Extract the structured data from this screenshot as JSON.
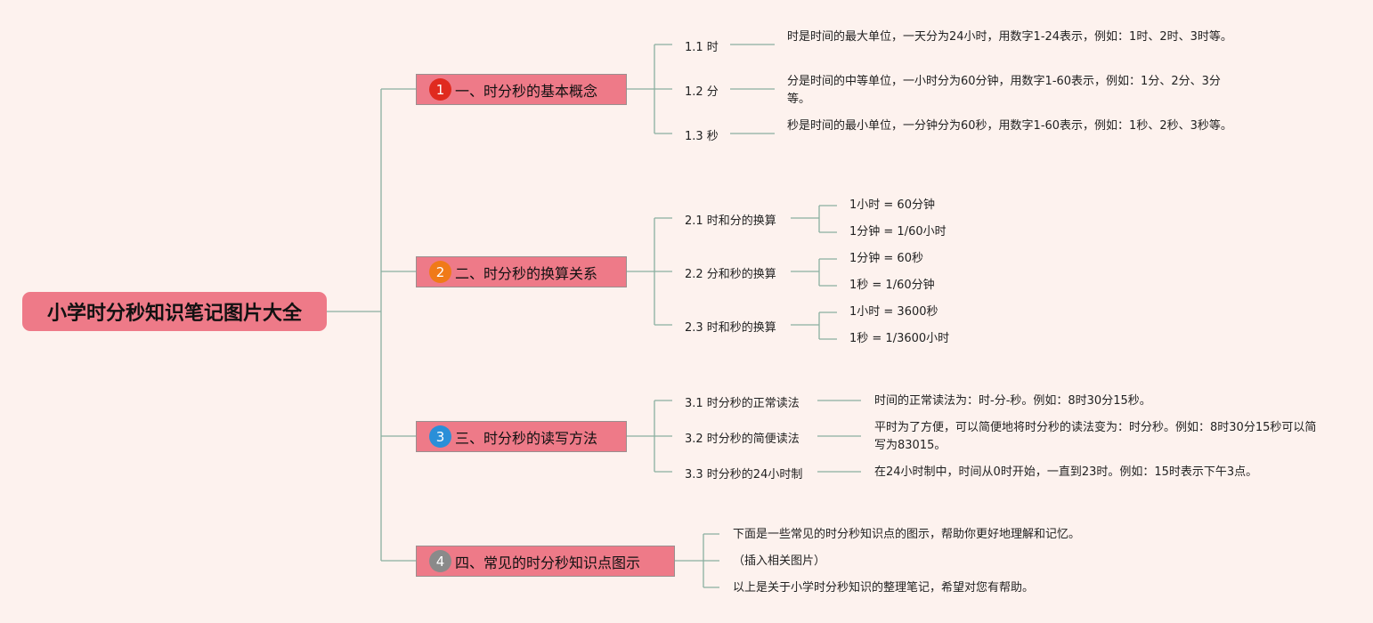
{
  "root": {
    "title": "小学时分秒知识笔记图片大全"
  },
  "branches": [
    {
      "number": "1",
      "badge_color": "#e02a1f",
      "title": "一、时分秒的基本概念",
      "children": [
        {
          "label": "1.1 时",
          "leaves": [
            "时是时间的最大单位，一天分为24小时，用数字1-24表示，例如：1时、2时、3时等。"
          ]
        },
        {
          "label": "1.2 分",
          "leaves": [
            "分是时间的中等单位，一小时分为60分钟，用数字1-60表示，例如：1分、2分、3分等。"
          ]
        },
        {
          "label": "1.3 秒",
          "leaves": [
            "秒是时间的最小单位，一分钟分为60秒，用数字1-60表示，例如：1秒、2秒、3秒等。"
          ]
        }
      ]
    },
    {
      "number": "2",
      "badge_color": "#f07a18",
      "title": "二、时分秒的换算关系",
      "children": [
        {
          "label": "2.1 时和分的换算",
          "leaves": [
            "1小时 = 60分钟",
            "1分钟 = 1/60小时"
          ]
        },
        {
          "label": "2.2 分和秒的换算",
          "leaves": [
            "1分钟 = 60秒",
            "1秒 = 1/60分钟"
          ]
        },
        {
          "label": "2.3 时和秒的换算",
          "leaves": [
            "1小时 = 3600秒",
            "1秒 = 1/3600小时"
          ]
        }
      ]
    },
    {
      "number": "3",
      "badge_color": "#2a8fd8",
      "title": "三、时分秒的读写方法",
      "children": [
        {
          "label": "3.1 时分秒的正常读法",
          "leaves": [
            "时间的正常读法为：时-分-秒。例如：8时30分15秒。"
          ]
        },
        {
          "label": "3.2 时分秒的简便读法",
          "leaves": [
            "平时为了方便，可以简便地将时分秒的读法变为：时分秒。例如：8时30分15秒可以简写为83015。"
          ]
        },
        {
          "label": "3.3 时分秒的24小时制",
          "leaves": [
            "在24小时制中，时间从0时开始，一直到23时。例如：15时表示下午3点。"
          ]
        }
      ]
    },
    {
      "number": "4",
      "badge_color": "#8a8a8a",
      "title": "四、常见的时分秒知识点图示",
      "leaves": [
        "下面是一些常见的时分秒知识点的图示，帮助你更好地理解和记忆。",
        "（插入相关图片）",
        "以上是关于小学时分秒知识的整理笔记，希望对您有帮助。"
      ]
    }
  ],
  "colors": {
    "line": "#8ab0a0",
    "node": "#ee7a88",
    "background": "#fdf2ee"
  }
}
